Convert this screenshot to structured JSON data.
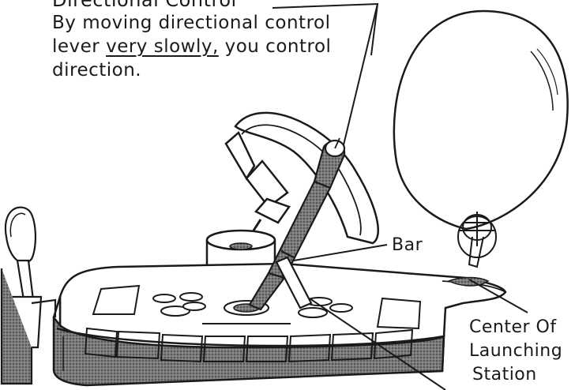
{
  "directional_control": {
    "heading": "Directional Control",
    "instruction_prefix": "By moving directional control",
    "instruction_lever": "lever",
    "instruction_emphasis": "very slowly,",
    "instruction_middle": "you control",
    "instruction_end": "direction."
  },
  "callouts": {
    "bar": "Bar",
    "center_line1": "Center Of",
    "center_line2": "Launching",
    "center_line3": "Station"
  },
  "colors": {
    "ink": "#1a1a1a",
    "paper": "#ffffff",
    "shade": "#6b6b6b"
  }
}
